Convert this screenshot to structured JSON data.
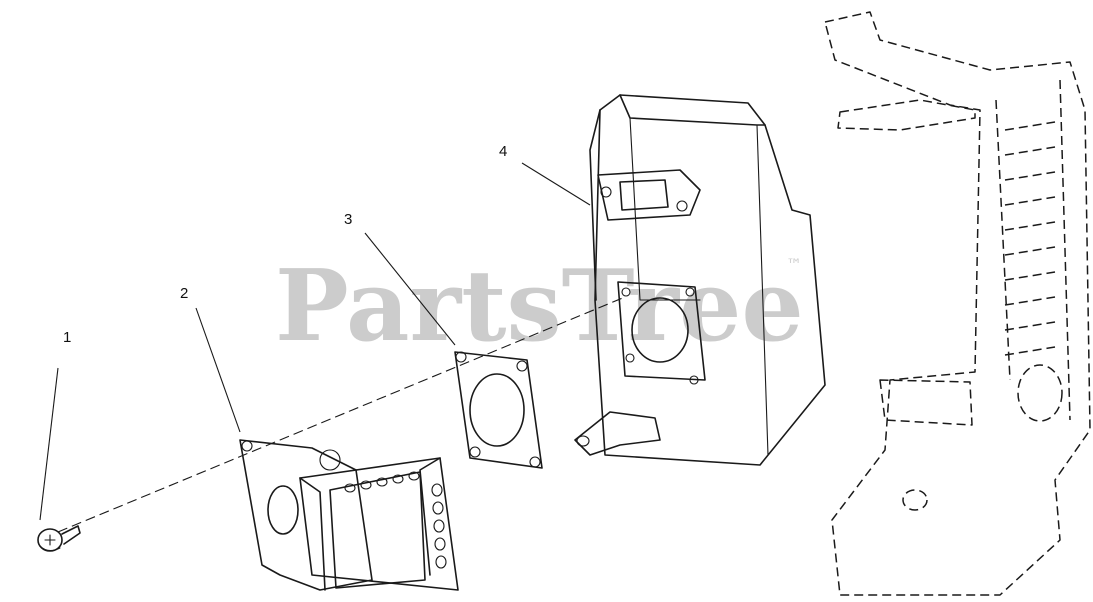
{
  "watermark": {
    "text": "PartsTree",
    "trademark": "™",
    "color": "#cccccc"
  },
  "callouts": [
    {
      "label": "1",
      "part": "screw"
    },
    {
      "label": "2",
      "part": "deflector"
    },
    {
      "label": "3",
      "part": "gasket"
    },
    {
      "label": "4",
      "part": "muffler"
    }
  ],
  "colors": {
    "ink": "#1a1a1a",
    "background": "#ffffff"
  }
}
